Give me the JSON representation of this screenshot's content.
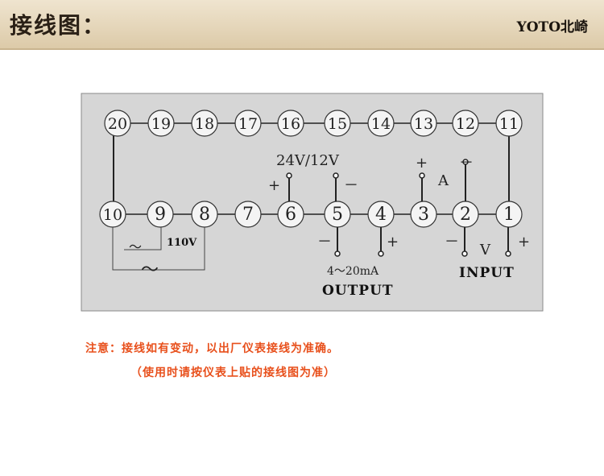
{
  "header": {
    "title": "接线图：",
    "brand": "YOTO北崎"
  },
  "diagram": {
    "top_row": [
      "20",
      "19",
      "18",
      "17",
      "16",
      "15",
      "14",
      "13",
      "12",
      "11"
    ],
    "bottom_row": [
      "10",
      "9",
      "8",
      "7",
      "6",
      "5",
      "4",
      "3",
      "2",
      "1"
    ],
    "power_label": "110V",
    "ac_symbol": "～",
    "voltage_out_label": "24V/12V",
    "current_range_label": "4～20mA",
    "output_label": "OUTPUT",
    "input_label": "INPUT",
    "current_input_label": "A",
    "voltage_input_label": "V",
    "plus": "+",
    "minus": "－"
  },
  "notes": {
    "line1": "注意：接线如有变动，以出厂仪表接线为准确。",
    "line2": "（使用时请按仪表上贴的接线图为准）"
  }
}
